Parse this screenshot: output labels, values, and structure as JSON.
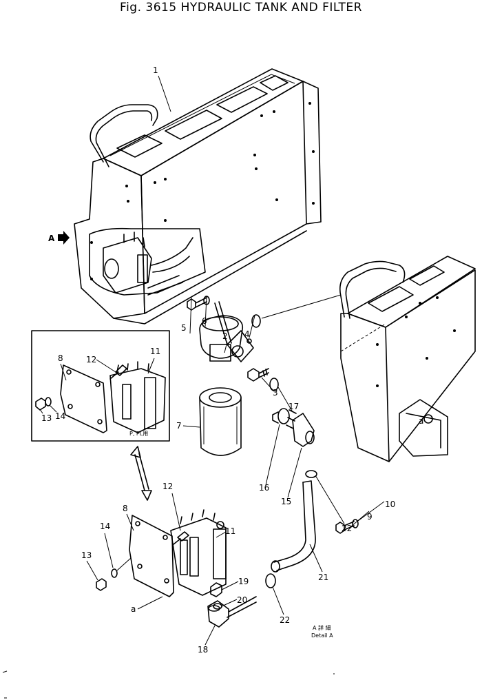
{
  "title": "Fig. 3615 HYDRAULIC TANK AND FILTER",
  "view_marker": "A",
  "inset_note": "P, PL用",
  "detail_jp": "A 詳 細",
  "detail_en": "Detail A",
  "callouts": {
    "c1": "1",
    "c2": "2",
    "c3": "3",
    "c4": "4",
    "c5": "5",
    "c6": "6",
    "c7": "7",
    "c8a": "8",
    "c8b": "8",
    "c9": "9",
    "c10": "10",
    "c11a": "11",
    "c11b": "11",
    "c12a": "12",
    "c12b": "12",
    "c13a": "13",
    "c13b": "13",
    "c14a": "14",
    "c14b": "14",
    "c15": "15",
    "c16": "16",
    "c17": "17",
    "c18": "18",
    "c19": "19",
    "c20": "20",
    "c21": "21",
    "c22a": "22",
    "c22b": "22",
    "ca1": "a",
    "ca2": "a"
  }
}
